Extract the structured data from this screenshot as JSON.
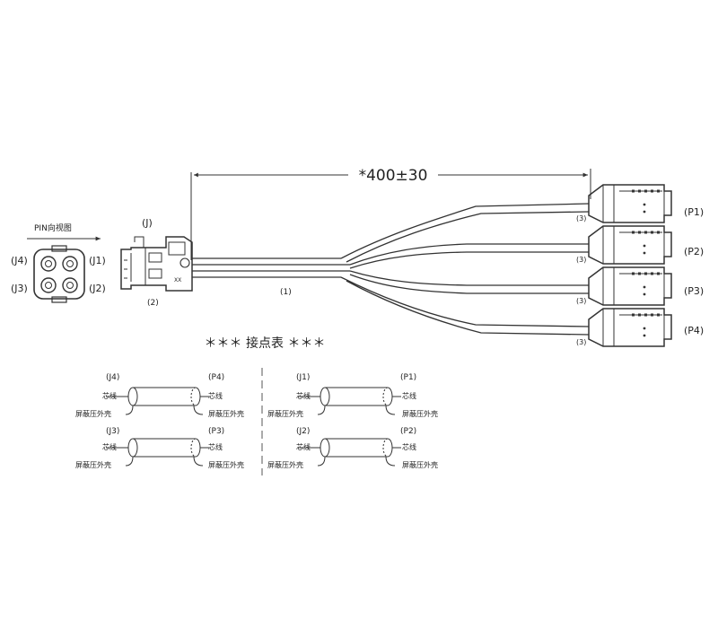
{
  "dimension": {
    "text": "*400±30"
  },
  "view_label": "PIN向视图",
  "connector_j": {
    "label": "(J)",
    "part_label": "(2)",
    "marking": "XX",
    "cable_label": "(1)"
  },
  "pin_labels": {
    "j4": "(J4)",
    "j1": "(J1)",
    "j3": "(J3)",
    "j2": "(J2)"
  },
  "plugs": [
    {
      "label": "(P1)",
      "part": "(3)"
    },
    {
      "label": "(P2)",
      "part": "(3)"
    },
    {
      "label": "(P3)",
      "part": "(3)"
    },
    {
      "label": "(P4)",
      "part": "(3)"
    }
  ],
  "table_title": "＊＊＊ 接点表 ＊＊＊",
  "wiring": [
    {
      "from": "(J4)",
      "to": "(P4)",
      "core": "芯线",
      "shield": "屏蔽压外壳"
    },
    {
      "from": "(J1)",
      "to": "(P1)",
      "core": "芯线",
      "shield": "屏蔽压外壳"
    },
    {
      "from": "(J3)",
      "to": "(P3)",
      "core": "芯线",
      "shield": "屏蔽压外壳"
    },
    {
      "from": "(J2)",
      "to": "(P2)",
      "core": "芯线",
      "shield": "屏蔽压外壳"
    }
  ]
}
